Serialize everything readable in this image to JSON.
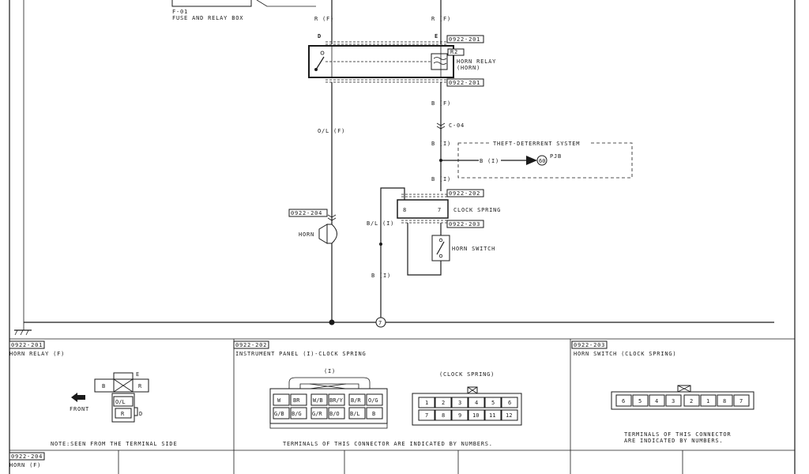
{
  "fuse_box": {
    "id": "F-01",
    "name": "FUSE AND RELAY BOX"
  },
  "terminals": {
    "d": "D",
    "e": "E"
  },
  "wires": {
    "r_left": "R (F)",
    "r_right": "R (F)",
    "b_f": "B (F)",
    "ol_f": "O/L (F)",
    "b_i_1": "B (I)",
    "b_i_2": "B (I)",
    "b_i_3": "B (I)",
    "bl_i": "B/L (I)",
    "b_i_4": "B (I)"
  },
  "connectors": {
    "c201": "0922-201",
    "c202": "0922-202",
    "c203": "0922-203",
    "c204": "0922-204",
    "c04": "C-04"
  },
  "relay": {
    "ref": "R2",
    "name": "HORN RELAY",
    "sub": "(HORN)"
  },
  "theft": {
    "title": "THEFT-DETERRENT SYSTEM",
    "circle": "60",
    "pjb": "PJB"
  },
  "clock_spring": {
    "name": "CLOCK SPRING",
    "pin_left": "8",
    "pin_right": "7"
  },
  "horn": {
    "name": "HORN"
  },
  "horn_switch": {
    "name": "HORN SWITCH"
  },
  "ground": {
    "node": "7"
  },
  "panels": {
    "p201": {
      "code": "0922-201",
      "title": "HORN RELAY (F)",
      "terminal_e": "E",
      "terminal_d": "D",
      "front": "FRONT",
      "cells": [
        "B",
        "R",
        "O/L",
        "R"
      ],
      "note": "NOTE:SEEN FROM THE TERMINAL SIDE"
    },
    "p202": {
      "code": "0922-202",
      "title": "INSTRUMENT PANEL (I)-CLOCK SPRING",
      "left_label": "(I)",
      "right_label": "(CLOCK SPRING)",
      "left_top": [
        "W",
        "BR",
        "W/B",
        "BR/Y",
        "B/R",
        "O/G"
      ],
      "left_bottom": [
        "G/B",
        "B/G",
        "G/R",
        "B/O",
        "B/L",
        "B"
      ],
      "right_top": [
        "1",
        "2",
        "3",
        "4",
        "5",
        "6"
      ],
      "right_bottom": [
        "7",
        "8",
        "9",
        "10",
        "11",
        "12"
      ],
      "note": "TERMINALS OF THIS CONNECTOR ARE INDICATED BY NUMBERS."
    },
    "p203": {
      "code": "0922-203",
      "title": "HORN SWITCH (CLOCK SPRING)",
      "cells": [
        "6",
        "5",
        "4",
        "3",
        "2",
        "1",
        "8",
        "7"
      ],
      "note1": "TERMINALS OF THIS CONNECTOR",
      "note2": "ARE INDICATED BY NUMBERS."
    },
    "p204": {
      "code": "0922-204",
      "title": "HORN (F)"
    }
  }
}
